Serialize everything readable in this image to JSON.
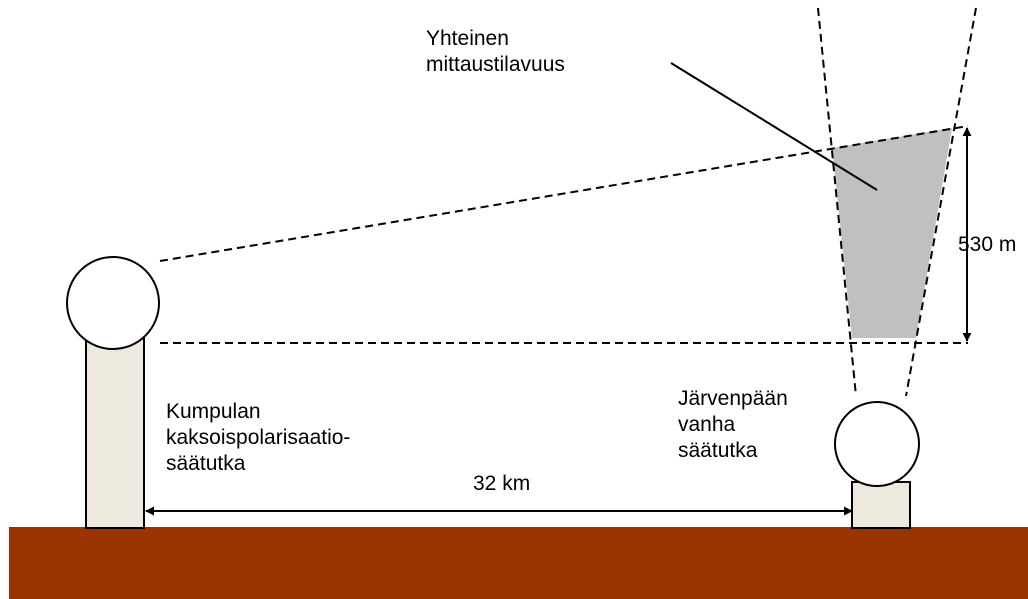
{
  "labels": {
    "common_volume": [
      "Yhteinen",
      "mittaustilavuus"
    ],
    "kumpula_radar": [
      "Kumpulan",
      "kaksoispolarisaatio-",
      "säätutka"
    ],
    "jarvenpaa_radar": [
      "Järvenpään",
      "vanha",
      "säätutka"
    ],
    "distance": "32 km",
    "height": "530 m"
  },
  "colors": {
    "ground": "#993300",
    "tower_fill": "#ede9df",
    "volume_fill": "#c0c0c0",
    "line": "#000000",
    "background": "#ffffff"
  }
}
